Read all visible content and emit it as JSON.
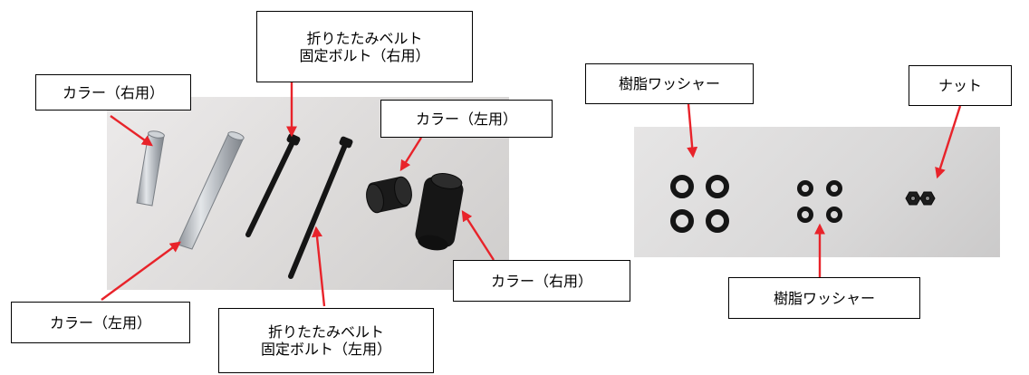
{
  "labels": {
    "collar_right_top": "カラー（右用）",
    "collar_left_bottom": "カラー（左用）",
    "bolt_right_line1": "折りたたみベルト",
    "bolt_right_line2": "固定ボルト（右用）",
    "bolt_left_line1": "折りたたみベルト",
    "bolt_left_line2": "固定ボルト（左用）",
    "collar_left_top": "カラー（左用）",
    "collar_right_bottom": "カラー（右用）",
    "resin_washer_top": "樹脂ワッシャー",
    "resin_washer_bottom": "樹脂ワッシャー",
    "nut": "ナット"
  },
  "colors": {
    "arrow": "#e8232a",
    "part": "#1a1a1a",
    "aluminum": "#b9bdc2"
  }
}
